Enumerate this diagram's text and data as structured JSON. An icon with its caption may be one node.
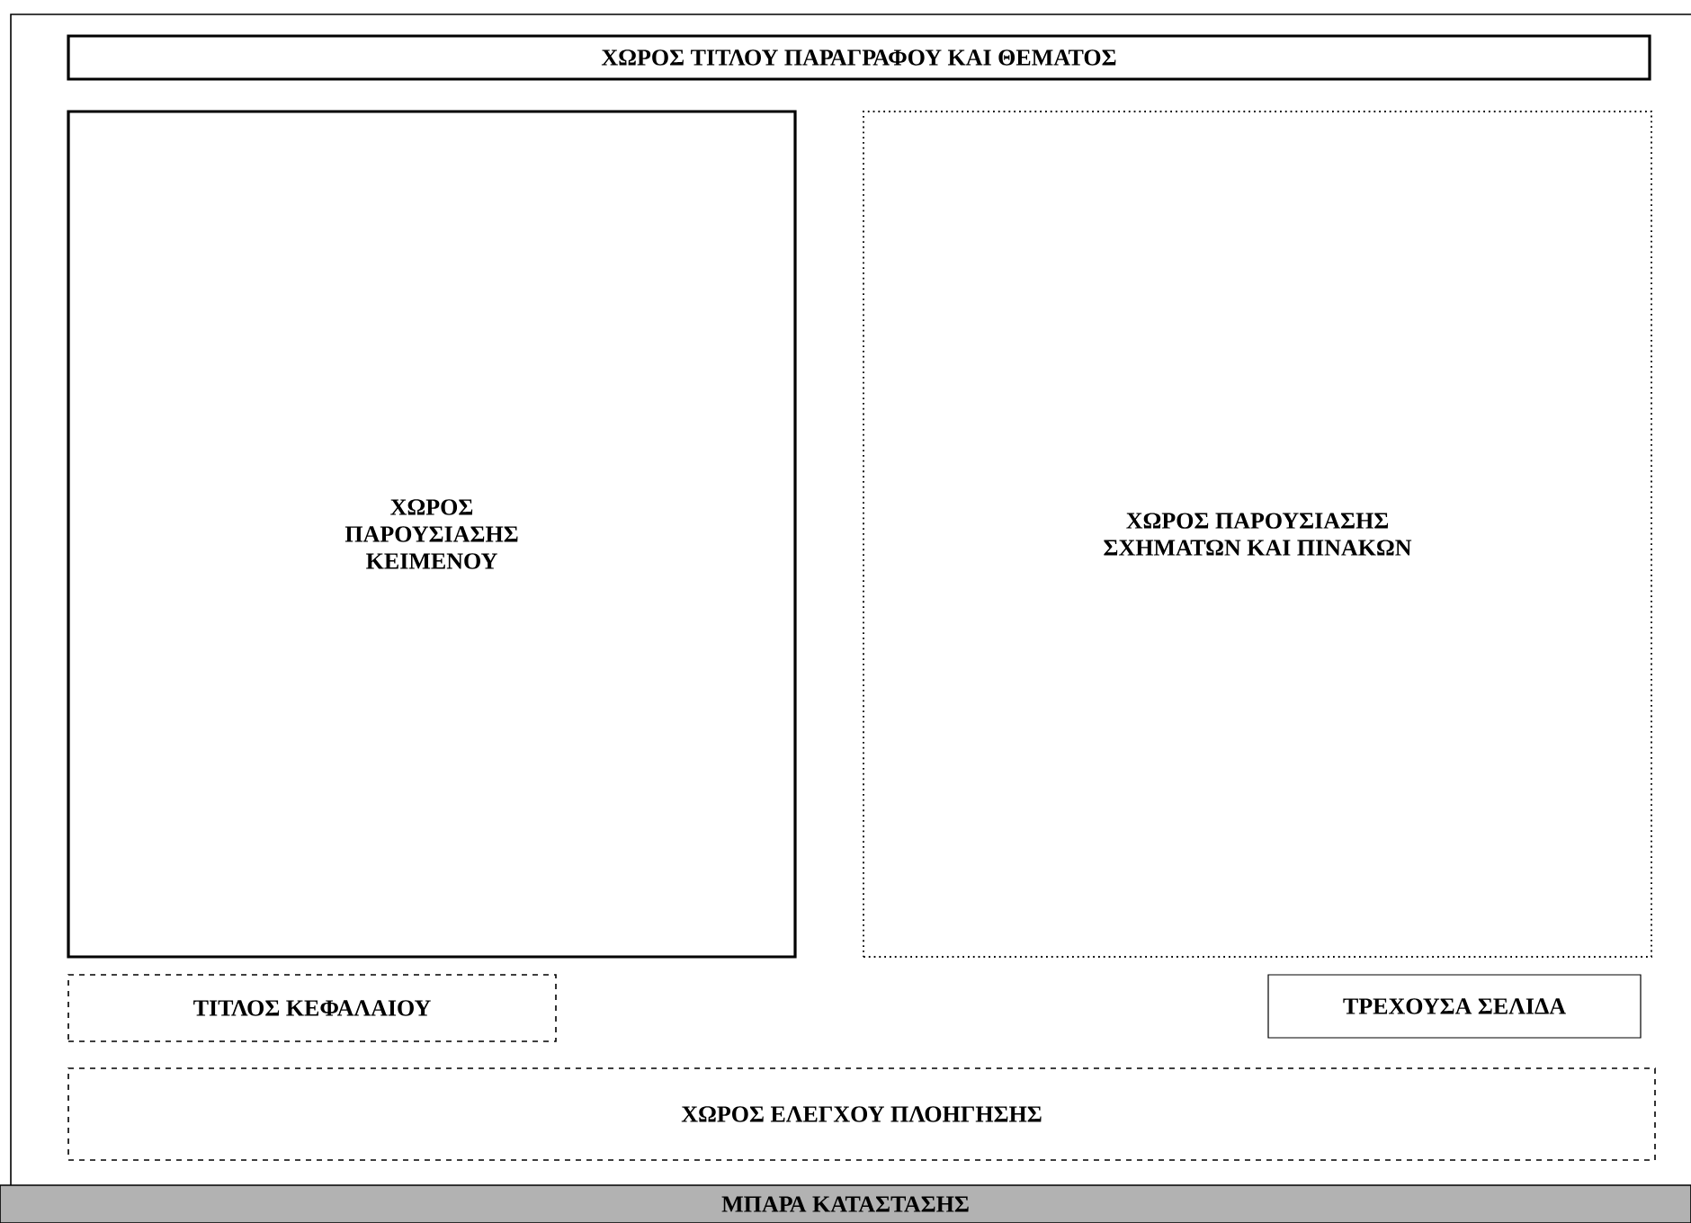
{
  "diagram": {
    "nodes": [
      {
        "text": [
          "ΧΩΡΟΣ ΤΙΤΛΟΥ ΠΑΡΑΓΡΑΦΟΥ ΚΑΙ ΘΕΜΑΤΟΣ"
        ]
      },
      {
        "text": [
          "ΧΩΡΟΣ ΠΑΡΟΥΣΙΑΣΗΣ ΚΕΙΜΕΝΟΥ"
        ]
      },
      {
        "text": [
          "ΧΩΡΟΣ ΠΑΡΟΥΣΙΑΣΗΣ ΣΧΗΜΑΤΩΝ ΚΑΙ ΠΙΝΑΚΩΝ"
        ]
      },
      {
        "text": [
          "ΤΙΤΛΟΣ ΚΕΦΑΛΑΙΟΥ"
        ]
      },
      {
        "text": [
          "ΤΡΕΧΟΥΣΑ ΣΕΛΙΔΑ"
        ]
      },
      {
        "text": [
          "ΧΩΡΟΣ ΕΛΕΓΧΟΥ ΠΛΟΗΓΗΣΗΣ"
        ]
      },
      {
        "text": [
          "ΜΠΑΡΑ ΚΑΤΑΣΤΑΣΗΣ"
        ]
      }
    ]
  }
}
